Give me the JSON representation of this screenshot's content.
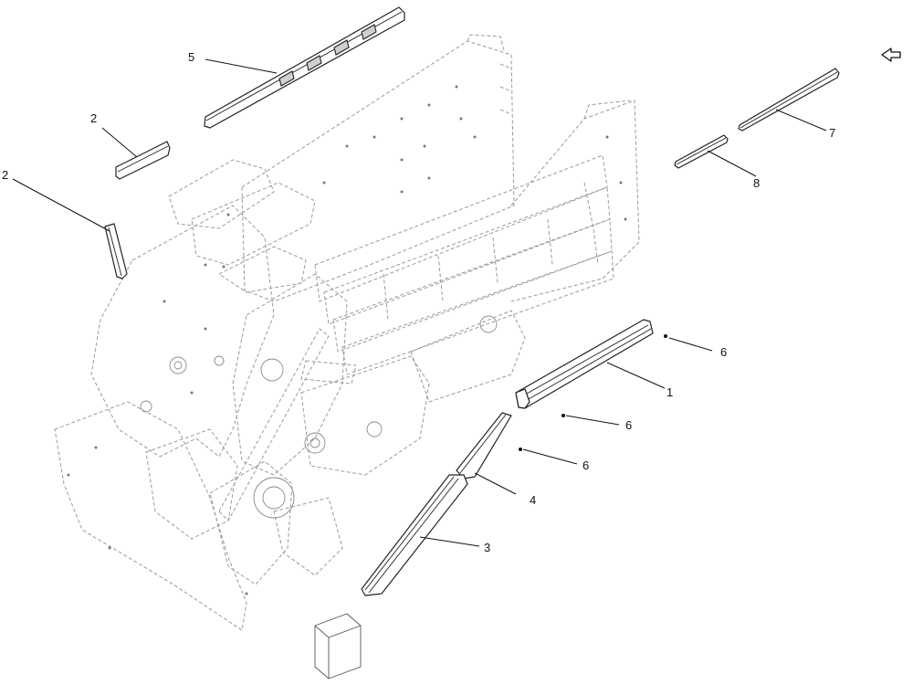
{
  "callouts": [
    {
      "id": "c1",
      "label": "1"
    },
    {
      "id": "c2a",
      "label": "2"
    },
    {
      "id": "c2b",
      "label": "2"
    },
    {
      "id": "c3",
      "label": "3"
    },
    {
      "id": "c4",
      "label": "4"
    },
    {
      "id": "c5",
      "label": "5"
    },
    {
      "id": "c6a",
      "label": "6"
    },
    {
      "id": "c6b",
      "label": "6"
    },
    {
      "id": "c6c",
      "label": "6"
    },
    {
      "id": "c7",
      "label": "7"
    },
    {
      "id": "c8",
      "label": "8"
    }
  ],
  "icons": {
    "orientation": "arrow-icon"
  }
}
